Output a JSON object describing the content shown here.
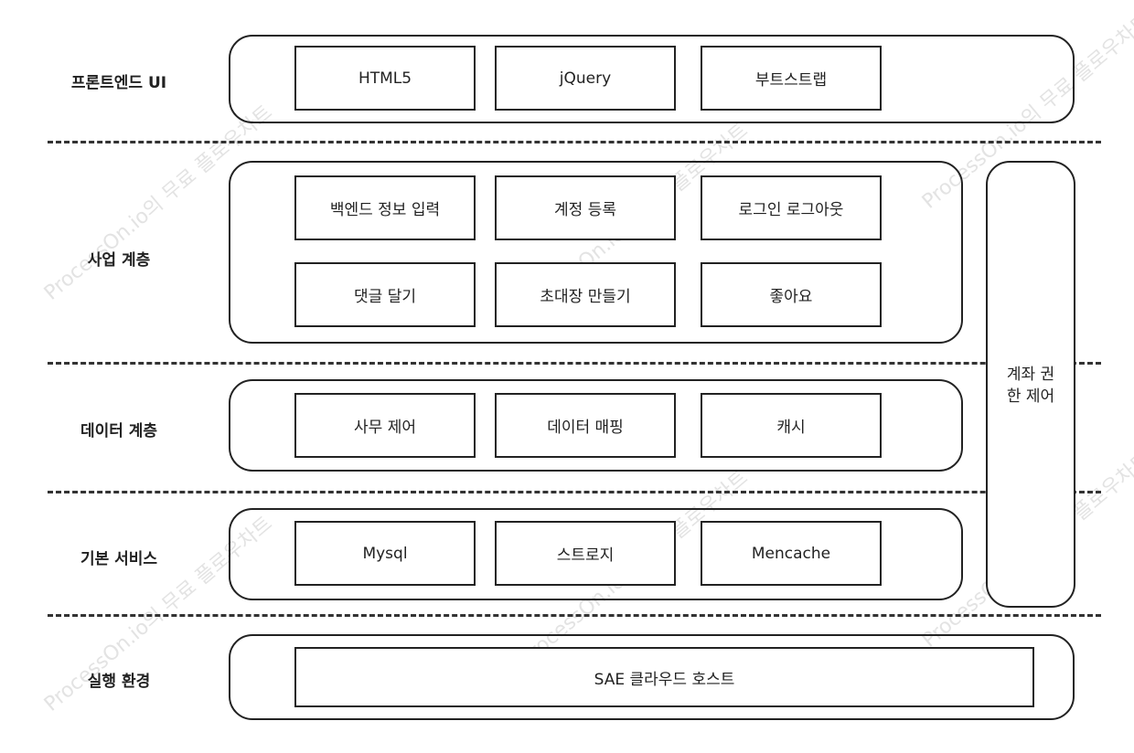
{
  "watermark": "ProcessOn.io의 무료 플로우차트",
  "layers": {
    "frontend": "프론트엔드 UI",
    "business": "사업 계층",
    "data": "데이터 계층",
    "base": "기본 서비스",
    "runtime": "실행 환경"
  },
  "frontend": {
    "items": [
      "HTML5",
      "jQuery",
      "부트스트랩"
    ]
  },
  "business": {
    "items": [
      "백엔드 정보 입력",
      "계정 등록",
      "로그인 로그아웃",
      "댓글 달기",
      "초대장 만들기",
      "좋아요"
    ]
  },
  "data_layer": {
    "items": [
      "사무 제어",
      "데이터 매핑",
      "캐시"
    ]
  },
  "base_services": {
    "items": [
      "Mysql",
      "스트로지",
      "Mencache"
    ]
  },
  "runtime": {
    "host": "SAE 클라우드 호스트"
  },
  "side": {
    "line1": "계좌 권",
    "line2": "한 제어"
  }
}
